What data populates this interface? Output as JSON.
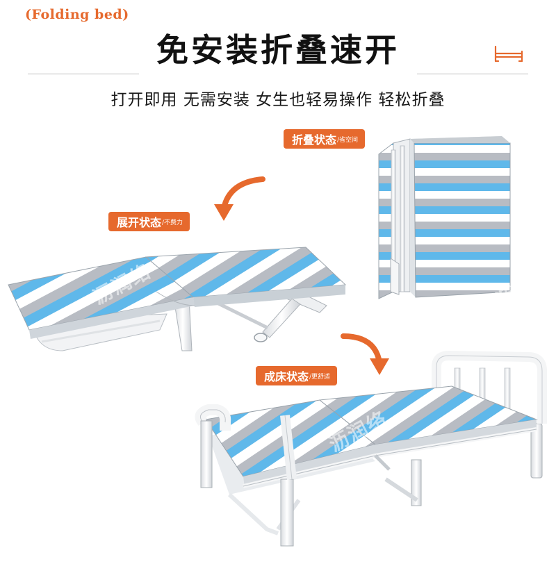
{
  "header": {
    "english_label": "(Folding bed)",
    "title": "免安装折叠速开",
    "subtitle": "打开即用 无需安装 女生也轻易操作 轻松折叠"
  },
  "states": [
    {
      "label": "折叠状态",
      "note": "/省空间"
    },
    {
      "label": "展开状态",
      "note": "/不费力"
    },
    {
      "label": "成床状态",
      "note": "/更舒适"
    }
  ],
  "watermark": "沥润络",
  "icons": {
    "header_icon": "bed-icon",
    "arrows": "curved-arrow-icon"
  },
  "colors": {
    "accent": "#e6692d",
    "stripe_blue": "#5fb8ea",
    "stripe_grey": "#b8bcc3",
    "stripe_white": "#ffffff",
    "frame": "#f3f4f6"
  }
}
